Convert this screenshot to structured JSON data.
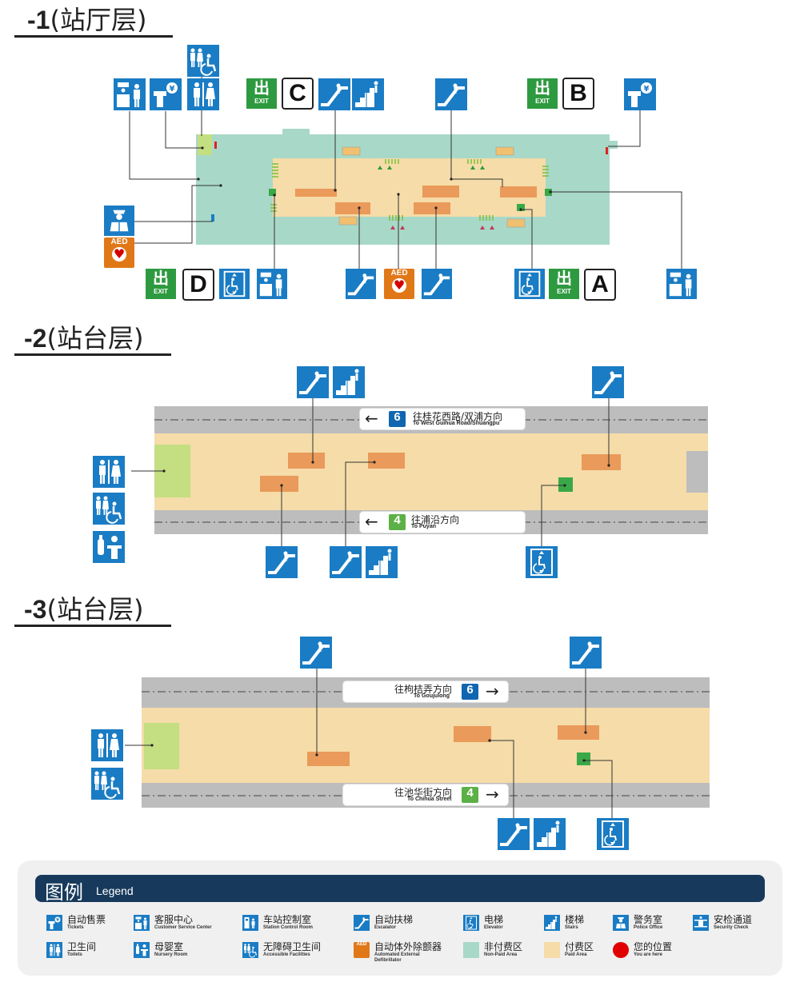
{
  "floors": {
    "f1": {
      "level": "-1",
      "name": "(站厅层)"
    },
    "f2": {
      "level": "-2",
      "name": "(站台层)"
    },
    "f3": {
      "level": "-3",
      "name": "(站台层)"
    }
  },
  "exits": {
    "exit_cn": "出",
    "exit_en": "EXIT",
    "a": "A",
    "b": "B",
    "c": "C",
    "d": "D"
  },
  "aed_label": "AED",
  "directions": {
    "f2_top": {
      "cn": "往桂花西路/双浦方向",
      "en": "To West Guihua Road/Shuangpu",
      "line": "6"
    },
    "f2_bottom": {
      "cn": "往浦沿方向",
      "en": "To Puyan",
      "line": "4"
    },
    "f3_top": {
      "cn": "往枸桔弄方向",
      "en": "To Goujulong",
      "line": "6"
    },
    "f3_bottom": {
      "cn": "往池华街方向",
      "en": "To Chihua Street",
      "line": "4"
    }
  },
  "line_colors": {
    "line6": "#1166b0",
    "line4": "#5bb046"
  },
  "colors": {
    "nonpaid": "#a8d8c8",
    "paid": "#f5dca8",
    "icon_blue": "#1a7cc4",
    "exit_green": "#2e9a40",
    "aed_orange": "#e07818",
    "track_gray": "#bdbdbd",
    "toilet_green": "#c4de82",
    "escalator_orange": "#ea9a5a"
  },
  "legend": {
    "title_cn": "图例",
    "title_en": "Legend",
    "items": [
      {
        "cn": "自动售票",
        "en": "Tickets",
        "icon": "ticket-icon"
      },
      {
        "cn": "客服中心",
        "en": "Customer Service Center",
        "icon": "service-icon"
      },
      {
        "cn": "车站控制室",
        "en": "Station Control Room",
        "icon": "control-room-icon"
      },
      {
        "cn": "自动扶梯",
        "en": "Escalator",
        "icon": "escalator-icon"
      },
      {
        "cn": "电梯",
        "en": "Elevator",
        "icon": "elevator-icon"
      },
      {
        "cn": "楼梯",
        "en": "Stairs",
        "icon": "stairs-icon"
      },
      {
        "cn": "警务室",
        "en": "Police Office",
        "icon": "police-icon"
      },
      {
        "cn": "安检通道",
        "en": "Security Check",
        "icon": "security-icon"
      },
      {
        "cn": "卫生间",
        "en": "Toilets",
        "icon": "toilet-icon"
      },
      {
        "cn": "母婴室",
        "en": "Nursery Room",
        "icon": "nursery-icon"
      },
      {
        "cn": "无障碍卫生间",
        "en": "Accessible Facilities",
        "icon": "accessible-toilet-icon"
      },
      {
        "cn": "自动体外除颤器",
        "en": "Automated External Defibrillator",
        "icon": "aed-icon"
      },
      {
        "cn": "非付费区",
        "en": "Non-Paid Area",
        "icon": "nonpaid-swatch"
      },
      {
        "cn": "付费区",
        "en": "Paid Area",
        "icon": "paid-swatch"
      },
      {
        "cn": "您的位置",
        "en": "You are here",
        "icon": "you-are-here-dot"
      }
    ]
  }
}
